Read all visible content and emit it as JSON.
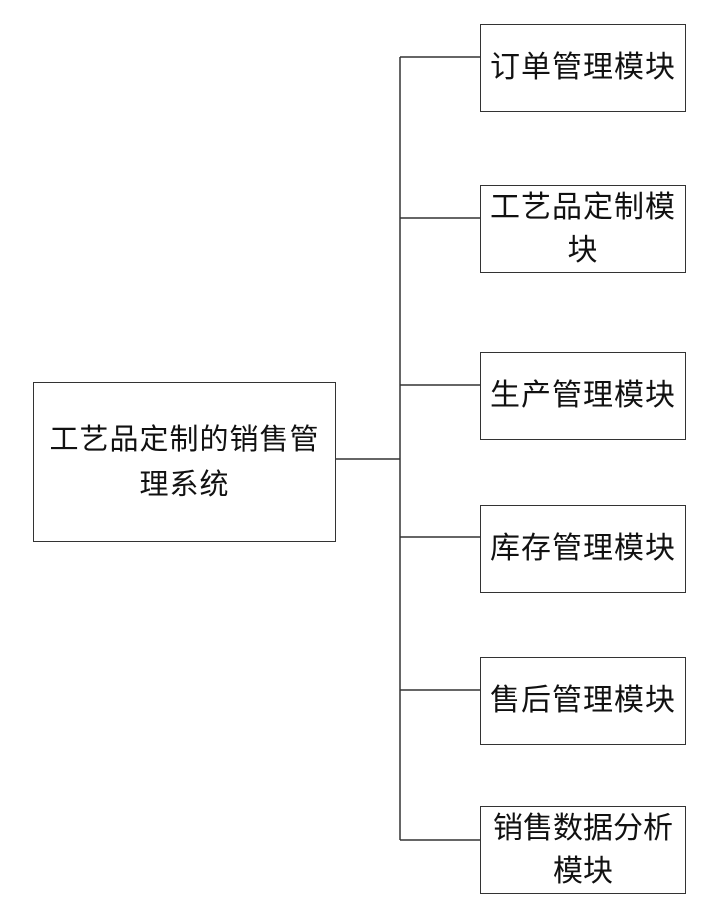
{
  "root": {
    "label": "工艺品定制的销售管理系统"
  },
  "modules": [
    {
      "label": "订单管理模块"
    },
    {
      "label": "工艺品定制模块"
    },
    {
      "label": "生产管理模块"
    },
    {
      "label": "库存管理模块"
    },
    {
      "label": "售后管理模块"
    },
    {
      "label": "销售数据分析模块"
    }
  ]
}
